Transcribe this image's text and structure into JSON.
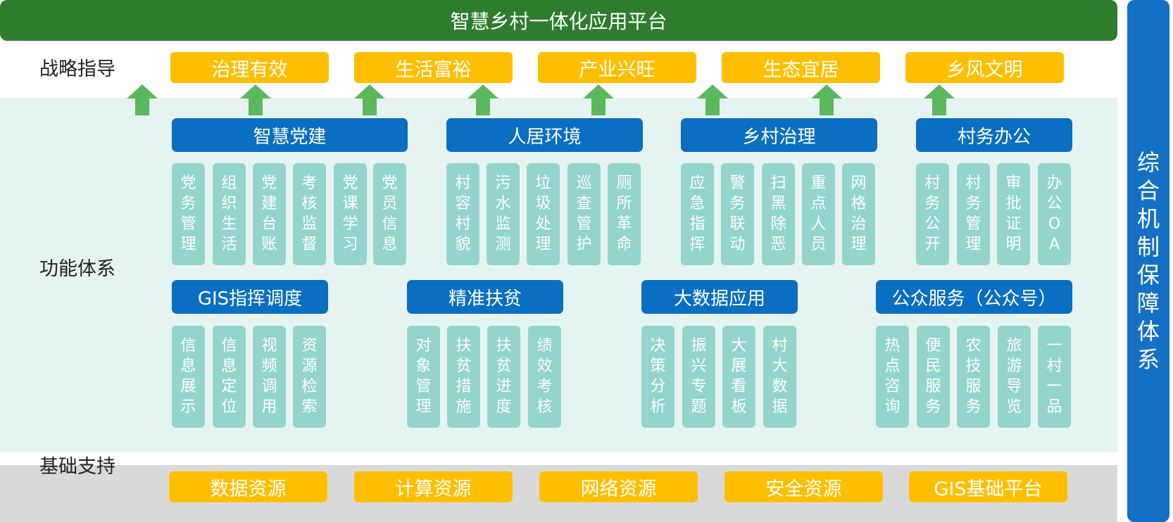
{
  "title": "智慧乡村一体化应用平台",
  "side_title": "综合机制保障体系",
  "row_labels": {
    "strategy": "战略指导",
    "function": "功能体系",
    "foundation": "基础支持"
  },
  "goals": [
    "治理有效",
    "生活富裕",
    "产业兴旺",
    "生态宜居",
    "乡风文明"
  ],
  "modules_row1": [
    {
      "title": "智慧党建",
      "items": [
        "党务管理",
        "组织生活",
        "党建台账",
        "考核监督",
        "党课学习",
        "党员信息"
      ]
    },
    {
      "title": "人居环境",
      "items": [
        "村容村貌",
        "污水监测",
        "垃圾处理",
        "巡查管护",
        "厕所革命"
      ]
    },
    {
      "title": "乡村治理",
      "items": [
        "应急指挥",
        "警务联动",
        "扫黑除恶",
        "重点人员",
        "网格治理"
      ]
    },
    {
      "title": "村务办公",
      "items": [
        "村务公开",
        "村务管理",
        "审批证明",
        "办公OA"
      ]
    }
  ],
  "modules_row2": [
    {
      "title": "GIS指挥调度",
      "items": [
        "信息展示",
        "信息定位",
        "视频调用",
        "资源检索"
      ]
    },
    {
      "title": "精准扶贫",
      "items": [
        "对象管理",
        "扶贫措施",
        "扶贫进度",
        "绩效考核"
      ]
    },
    {
      "title": "大数据应用",
      "items": [
        "决策分析",
        "振兴专题",
        "大展看板",
        "村大数据"
      ]
    },
    {
      "title": "公众服务（公众号）",
      "items": [
        "热点咨询",
        "便民服务",
        "农技服务",
        "旅游导览",
        "一村一品"
      ]
    }
  ],
  "foundations": [
    "数据资源",
    "计算资源",
    "网络资源",
    "安全资源",
    "GIS基础平台"
  ],
  "colors": {
    "title_green": "#2e7d2e",
    "goal_yellow": "#ffbf00",
    "module_blue": "#0a6ec2",
    "item_teal": "#93d5cc",
    "arrow_green": "#5cb85c",
    "side_blue": "#1470c4"
  }
}
